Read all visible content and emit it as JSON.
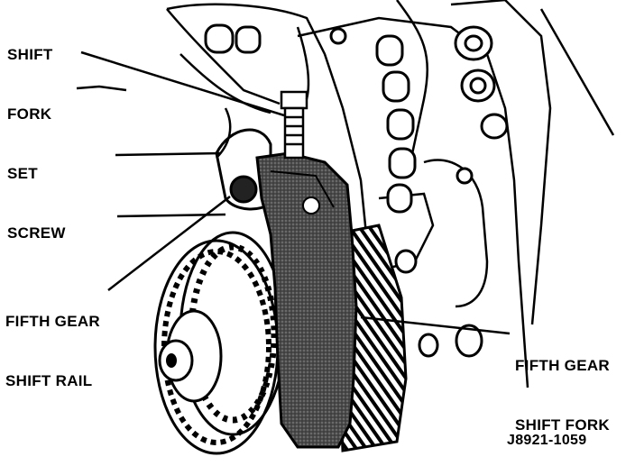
{
  "labels": {
    "set_screw": [
      "SHIFT",
      "FORK",
      "SET",
      "SCREW"
    ],
    "shift_rail": [
      "FIFTH GEAR",
      "SHIFT RAIL"
    ],
    "shift_fork": [
      "FIFTH GEAR",
      "SHIFT FORK"
    ],
    "figure_id": "J8921-1059"
  },
  "colors": {
    "ink": "#000000",
    "paper": "#ffffff",
    "fork_fill": "#3a3a3a"
  }
}
